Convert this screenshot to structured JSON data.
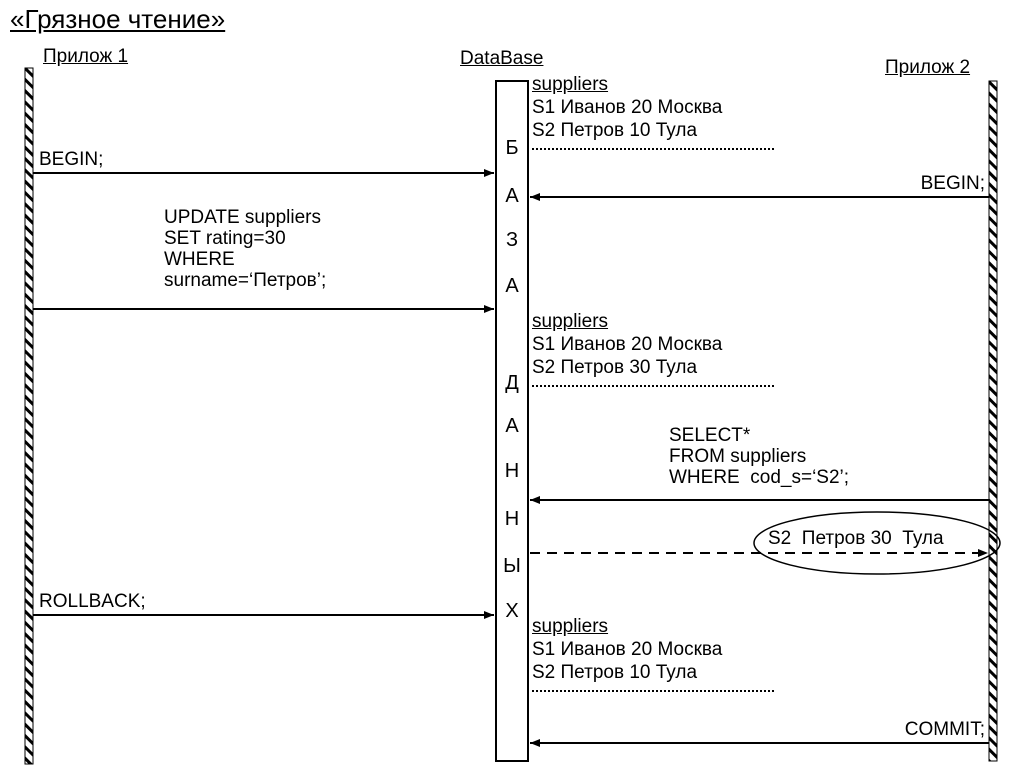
{
  "title": "«Грязное чтение»",
  "actors": {
    "app1": "Прилож 1",
    "database": "DataBase",
    "app2": "Прилож 2"
  },
  "db_box_letters": [
    "Б",
    "А",
    "З",
    "А",
    "Д",
    "А",
    "Н",
    "Н",
    "Ы",
    "Х"
  ],
  "table_states": [
    {
      "name": "suppliers",
      "rows": [
        "S1  Иванов 20  Москва",
        "S2  Петров 10  Тула"
      ]
    },
    {
      "name": "suppliers",
      "rows": [
        "S1  Иванов 20  Москва",
        "S2  Петров 30  Тула"
      ]
    },
    {
      "name": "suppliers",
      "rows": [
        "S1  Иванов 20  Москва",
        "S2  Петров 10  Тула"
      ]
    }
  ],
  "messages": [
    {
      "from": "app1",
      "to": "database",
      "label": "BEGIN;",
      "style": "solid"
    },
    {
      "from": "app2",
      "to": "database",
      "label": "BEGIN;",
      "style": "solid"
    },
    {
      "from": "app1",
      "to": "database",
      "label": "UPDATE suppliers\nSET rating=30\nWHERE\nsurname=‘Петров’;",
      "style": "solid"
    },
    {
      "from": "app2",
      "to": "database",
      "label": "SELECT*\nFROM suppliers\nWHERE  cod_s=‘S2’;",
      "style": "solid"
    },
    {
      "from": "database",
      "to": "app2",
      "label": "S2  Петров 30  Тула",
      "style": "dashed",
      "highlighted": true
    },
    {
      "from": "app1",
      "to": "database",
      "label": "ROLLBACK;",
      "style": "solid"
    },
    {
      "from": "app2",
      "to": "database",
      "label": "COMMIT;",
      "style": "solid"
    }
  ]
}
